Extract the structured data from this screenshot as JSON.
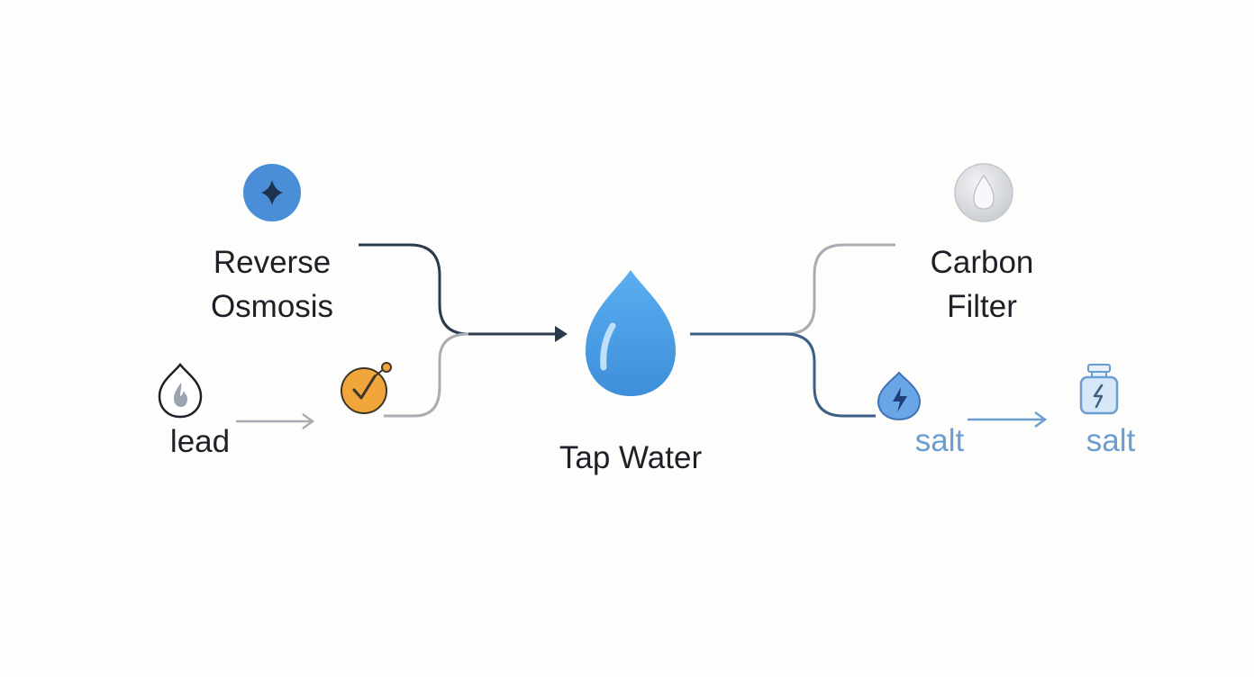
{
  "nodes": {
    "reverse_osmosis": {
      "line1": "Reverse",
      "line2": "Osmosis"
    },
    "carbon_filter": {
      "line1": "Carbon",
      "line2": "Filter"
    },
    "tap_water": {
      "label": "Tap Water"
    },
    "lead": {
      "label": "lead"
    },
    "salt_left": {
      "label": "salt"
    },
    "salt_right": {
      "label": "salt"
    }
  },
  "icons": {
    "reverse_osmosis": "sparkle-icon",
    "carbon_filter": "droplet-icon",
    "tap_water": "water-drop-icon",
    "lead": "flame-drop-icon",
    "check": "check-circle-icon",
    "salt_drop": "bolt-drop-icon",
    "salt_jar": "salt-jar-icon"
  },
  "colors": {
    "dark_text": "#1d2027",
    "blue_text": "#6a9ed2",
    "water_blue": "#4a9ae0",
    "connector_dark": "#2c3a4d",
    "connector_gray": "#a9adb3",
    "check_orange": "#f0a63a"
  }
}
